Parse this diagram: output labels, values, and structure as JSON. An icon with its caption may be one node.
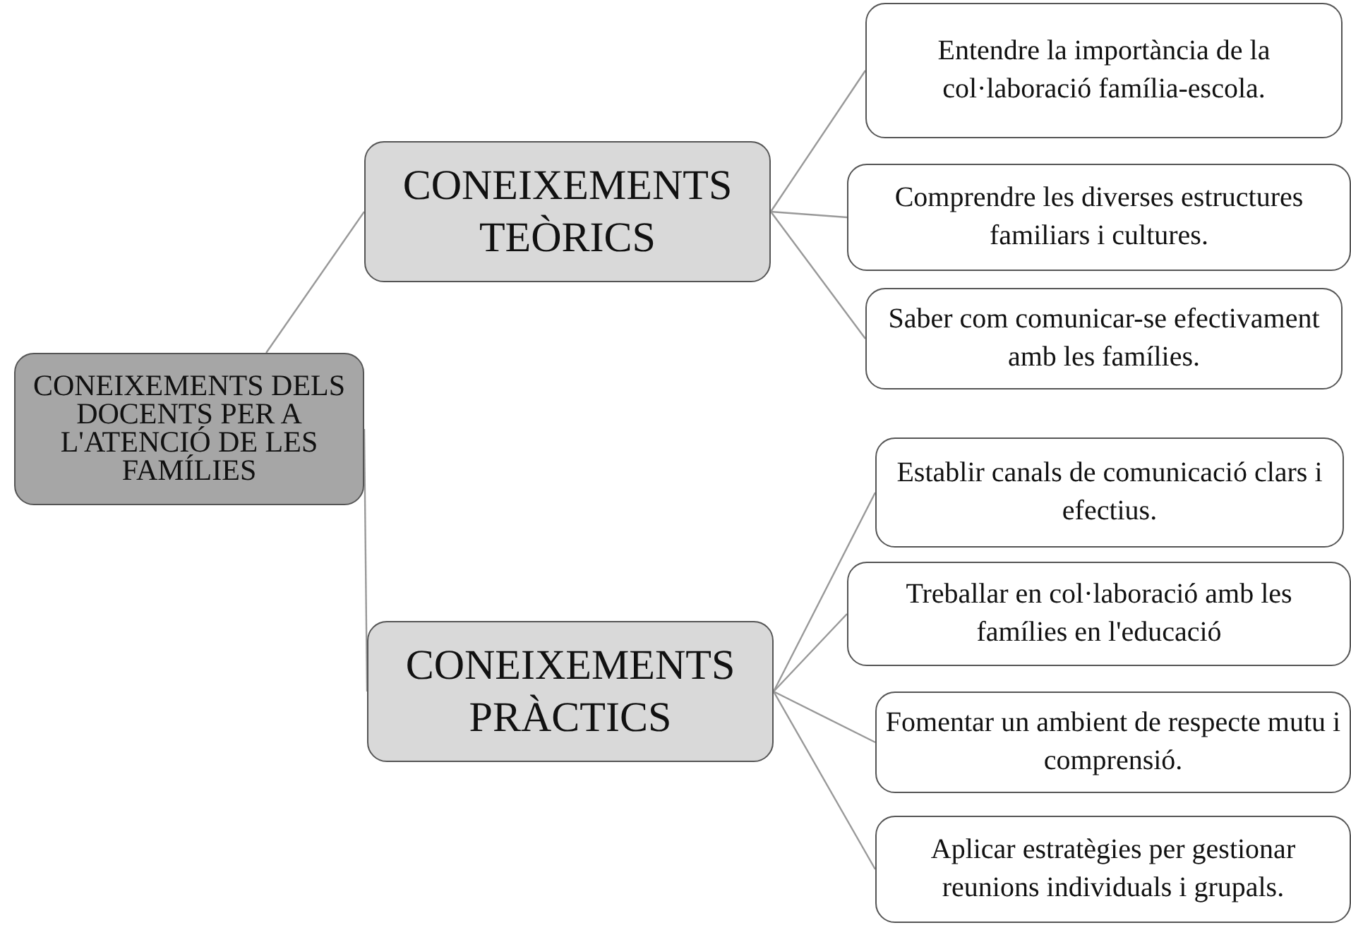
{
  "diagram": {
    "nodes": [
      {
        "text": [
          "CONEIXEMENTS DELS DOCENTS PER A L'ATENCIÓ DE LES FAMÍLIES"
        ]
      },
      {
        "text": [
          "CONEIXEMENTS TEÒRICS"
        ]
      },
      {
        "text": [
          "Entendre la importància de la col·laboració família-escola."
        ]
      },
      {
        "text": [
          "Comprendre les diverses estructures familiars i cultures."
        ]
      },
      {
        "text": [
          "Saber com comunicar-se efectivament amb les famílies."
        ]
      },
      {
        "text": [
          "CONEIXEMENTS PRÀCTICS"
        ]
      },
      {
        "text": [
          "Establir canals de comunicació clars i efectius."
        ]
      },
      {
        "text": [
          "Treballar en col·laboració amb les famílies en l'educació"
        ]
      },
      {
        "text": [
          "Fomentar un ambient de respecte mutu i comprensió."
        ]
      },
      {
        "text": [
          "Aplicar estratègies per gestionar reunions individuals i grupals."
        ]
      }
    ],
    "edges": [
      {
        "from": 0,
        "to": 1,
        "arrow": "none"
      },
      {
        "from": 1,
        "to": 2,
        "arrow": "none"
      },
      {
        "from": 1,
        "to": 3,
        "arrow": "none"
      },
      {
        "from": 1,
        "to": 4,
        "arrow": "none"
      },
      {
        "from": 0,
        "to": 5,
        "arrow": "none"
      },
      {
        "from": 5,
        "to": 6,
        "arrow": "none"
      },
      {
        "from": 5,
        "to": 7,
        "arrow": "none"
      },
      {
        "from": 5,
        "to": 8,
        "arrow": "none"
      },
      {
        "from": 5,
        "to": 9,
        "arrow": "none"
      }
    ]
  }
}
